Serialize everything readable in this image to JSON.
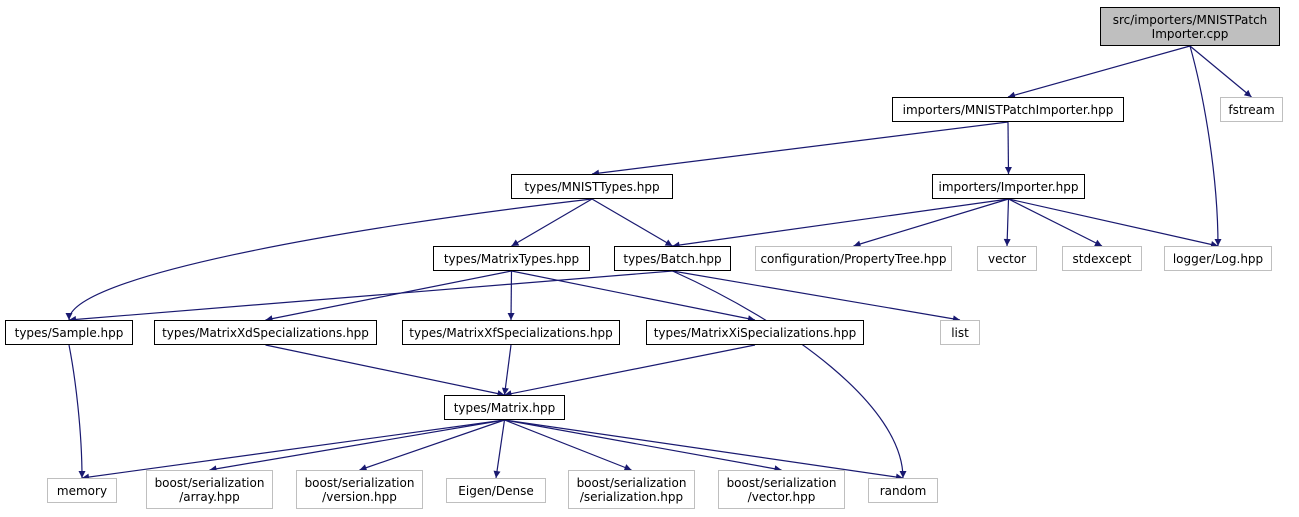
{
  "graph": {
    "root": {
      "line1": "src/importers/MNISTPatch",
      "line2": "Importer.cpp"
    },
    "nodes": {
      "mnist_patch_importer_hpp": "importers/MNISTPatchImporter.hpp",
      "fstream": "fstream",
      "mnist_types_hpp": "types/MNISTTypes.hpp",
      "importer_hpp": "importers/Importer.hpp",
      "matrix_types_hpp": "types/MatrixTypes.hpp",
      "batch_hpp": "types/Batch.hpp",
      "property_tree_hpp": "configuration/PropertyTree.hpp",
      "vector": "vector",
      "stdexcept": "stdexcept",
      "log_hpp": "logger/Log.hpp",
      "sample_hpp": "types/Sample.hpp",
      "matrix_xd_hpp": "types/MatrixXdSpecializations.hpp",
      "matrix_xf_hpp": "types/MatrixXfSpecializations.hpp",
      "matrix_xi_hpp": "types/MatrixXiSpecializations.hpp",
      "list": "list",
      "matrix_hpp": "types/Matrix.hpp",
      "memory": "memory",
      "eigen_dense": "Eigen/Dense",
      "random": "random",
      "boost_array": {
        "line1": "boost/serialization",
        "line2": "/array.hpp"
      },
      "boost_version": {
        "line1": "boost/serialization",
        "line2": "/version.hpp"
      },
      "boost_serialization": {
        "line1": "boost/serialization",
        "line2": "/serialization.hpp"
      },
      "boost_vector": {
        "line1": "boost/serialization",
        "line2": "/vector.hpp"
      }
    },
    "edges": [
      [
        "root",
        "mnist_patch_importer_hpp"
      ],
      [
        "root",
        "fstream"
      ],
      [
        "root",
        "log_hpp"
      ],
      [
        "mnist_patch_importer_hpp",
        "mnist_types_hpp"
      ],
      [
        "mnist_patch_importer_hpp",
        "importer_hpp"
      ],
      [
        "mnist_types_hpp",
        "sample_hpp"
      ],
      [
        "mnist_types_hpp",
        "matrix_types_hpp"
      ],
      [
        "mnist_types_hpp",
        "batch_hpp"
      ],
      [
        "importer_hpp",
        "batch_hpp"
      ],
      [
        "importer_hpp",
        "property_tree_hpp"
      ],
      [
        "importer_hpp",
        "vector"
      ],
      [
        "importer_hpp",
        "stdexcept"
      ],
      [
        "importer_hpp",
        "log_hpp"
      ],
      [
        "matrix_types_hpp",
        "matrix_xd_hpp"
      ],
      [
        "matrix_types_hpp",
        "matrix_xf_hpp"
      ],
      [
        "matrix_types_hpp",
        "matrix_xi_hpp"
      ],
      [
        "batch_hpp",
        "sample_hpp"
      ],
      [
        "batch_hpp",
        "list"
      ],
      [
        "batch_hpp",
        "random"
      ],
      [
        "sample_hpp",
        "memory"
      ],
      [
        "matrix_xd_hpp",
        "matrix_hpp"
      ],
      [
        "matrix_xf_hpp",
        "matrix_hpp"
      ],
      [
        "matrix_xi_hpp",
        "matrix_hpp"
      ],
      [
        "matrix_hpp",
        "memory"
      ],
      [
        "matrix_hpp",
        "boost_array"
      ],
      [
        "matrix_hpp",
        "boost_version"
      ],
      [
        "matrix_hpp",
        "eigen_dense"
      ],
      [
        "matrix_hpp",
        "boost_serialization"
      ],
      [
        "matrix_hpp",
        "boost_vector"
      ],
      [
        "matrix_hpp",
        "random"
      ]
    ],
    "edge_color": "#191970"
  }
}
